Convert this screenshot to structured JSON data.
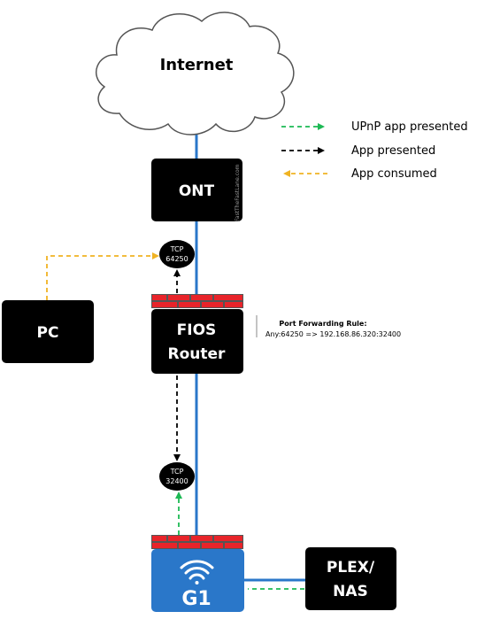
{
  "cloud": {
    "label": "Internet"
  },
  "nodes": {
    "ont": {
      "label": "ONT",
      "watermark": "FastTheFastLane.com"
    },
    "pc": {
      "label": "PC"
    },
    "router": {
      "label_line1": "FIOS",
      "label_line2": "Router"
    },
    "g1": {
      "label": "G1"
    },
    "plex": {
      "label_line1": "PLEX/",
      "label_line2": "NAS"
    }
  },
  "ports": [
    {
      "protocol": "TCP",
      "number": "64250"
    },
    {
      "protocol": "TCP",
      "number": "32400"
    }
  ],
  "port_forwarding": {
    "title": "Port Forwarding Rule:",
    "rule": "Any:64250 => 192.168.86.320:32400"
  },
  "legend": [
    {
      "label": "UPnP app presented",
      "color": "#1db954"
    },
    {
      "label": "App presented",
      "color": "#000000"
    },
    {
      "label": "App consumed",
      "color": "#f0b323"
    }
  ],
  "colors": {
    "link": "#2a77c9",
    "firewall_brick": "#e8242a",
    "firewall_mortar": "#555555",
    "g1_fill": "#2a77c9",
    "node_fill": "#000000"
  }
}
